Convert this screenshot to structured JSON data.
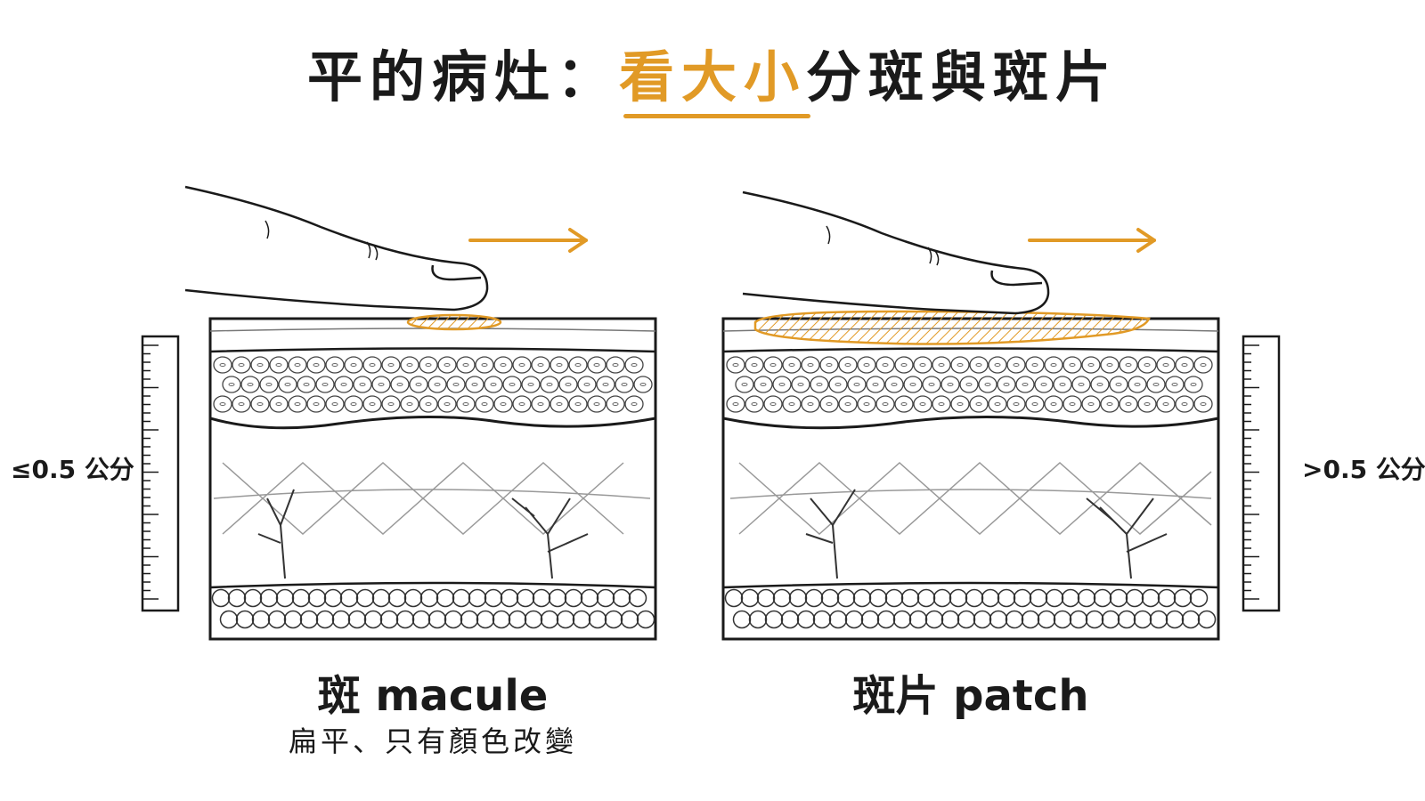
{
  "title": {
    "part1": "平的病灶：",
    "accent": "看大小",
    "part2": "分斑與斑片"
  },
  "left": {
    "size_label": "≤0.5 公分",
    "caption": "斑 macule",
    "subcaption": "扁平、只有顏色改變"
  },
  "right": {
    "size_label": ">0.5 公分",
    "caption": "斑片 patch"
  },
  "colors": {
    "accent": "#e19a26",
    "ink": "#1a1a1a",
    "line": "#555555"
  }
}
